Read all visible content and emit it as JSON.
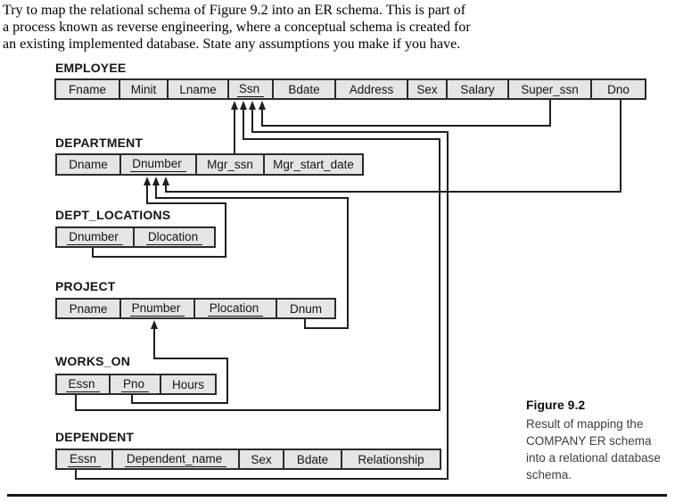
{
  "intro": {
    "lines": [
      "Try to map the relational schema of Figure 9.2 into an ER schema. This is part of",
      "a process known as reverse engineering, where a conceptual schema is created for",
      "an existing implemented database. State any assumptions you make if you have."
    ]
  },
  "tables": [
    {
      "name": "EMPLOYEE",
      "columns": [
        {
          "label": "Fname",
          "key": false
        },
        {
          "label": "Minit",
          "key": false
        },
        {
          "label": "Lname",
          "key": false
        },
        {
          "label": "Ssn",
          "key": true
        },
        {
          "label": "Bdate",
          "key": false
        },
        {
          "label": "Address",
          "key": false
        },
        {
          "label": "Sex",
          "key": false
        },
        {
          "label": "Salary",
          "key": false
        },
        {
          "label": "Super_ssn",
          "key": false
        },
        {
          "label": "Dno",
          "key": false
        }
      ]
    },
    {
      "name": "DEPARTMENT",
      "columns": [
        {
          "label": "Dname",
          "key": false
        },
        {
          "label": "Dnumber",
          "key": true
        },
        {
          "label": "Mgr_ssn",
          "key": false
        },
        {
          "label": "Mgr_start_date",
          "key": false
        }
      ]
    },
    {
      "name": "DEPT_LOCATIONS",
      "columns": [
        {
          "label": "Dnumber",
          "key": true
        },
        {
          "label": "Dlocation",
          "key": true
        }
      ]
    },
    {
      "name": "PROJECT",
      "columns": [
        {
          "label": "Pname",
          "key": false
        },
        {
          "label": "Pnumber",
          "key": true
        },
        {
          "label": "Plocation",
          "key": true
        },
        {
          "label": "Dnum",
          "key": false
        }
      ]
    },
    {
      "name": "WORKS_ON",
      "columns": [
        {
          "label": "Essn",
          "key": true
        },
        {
          "label": "Pno",
          "key": true
        },
        {
          "label": "Hours",
          "key": false
        }
      ]
    },
    {
      "name": "DEPENDENT",
      "columns": [
        {
          "label": "Essn",
          "key": true
        },
        {
          "label": "Dependent_name",
          "key": true
        },
        {
          "label": "Sex",
          "key": false
        },
        {
          "label": "Bdate",
          "key": false
        },
        {
          "label": "Relationship",
          "key": false
        }
      ]
    }
  ],
  "relationships": [
    {
      "from": "DEPARTMENT.Mgr_ssn",
      "to": "EMPLOYEE.Ssn"
    },
    {
      "from": "WORKS_ON.Essn",
      "to": "EMPLOYEE.Ssn"
    },
    {
      "from": "DEPENDENT.Essn",
      "to": "EMPLOYEE.Ssn"
    },
    {
      "from": "EMPLOYEE.Super_ssn",
      "to": "EMPLOYEE.Ssn"
    },
    {
      "from": "DEPT_LOCATIONS.Dnumber",
      "to": "DEPARTMENT.Dnumber"
    },
    {
      "from": "PROJECT.Dnum",
      "to": "DEPARTMENT.Dnumber"
    },
    {
      "from": "EMPLOYEE.Dno",
      "to": "DEPARTMENT.Dnumber"
    },
    {
      "from": "WORKS_ON.Pno",
      "to": "PROJECT.Pnumber"
    }
  ],
  "figure_caption": {
    "title": "Figure 9.2",
    "lines": [
      "Result of mapping the",
      "COMPANY ER schema",
      "into a relational database",
      "schema."
    ]
  },
  "colors": {
    "cell_fill": "#e5e5e5",
    "cell_border": "#2b2b2b",
    "connector_line": "#1f1f1f",
    "text": "#161616",
    "caption_text": "#3d3d3d"
  }
}
